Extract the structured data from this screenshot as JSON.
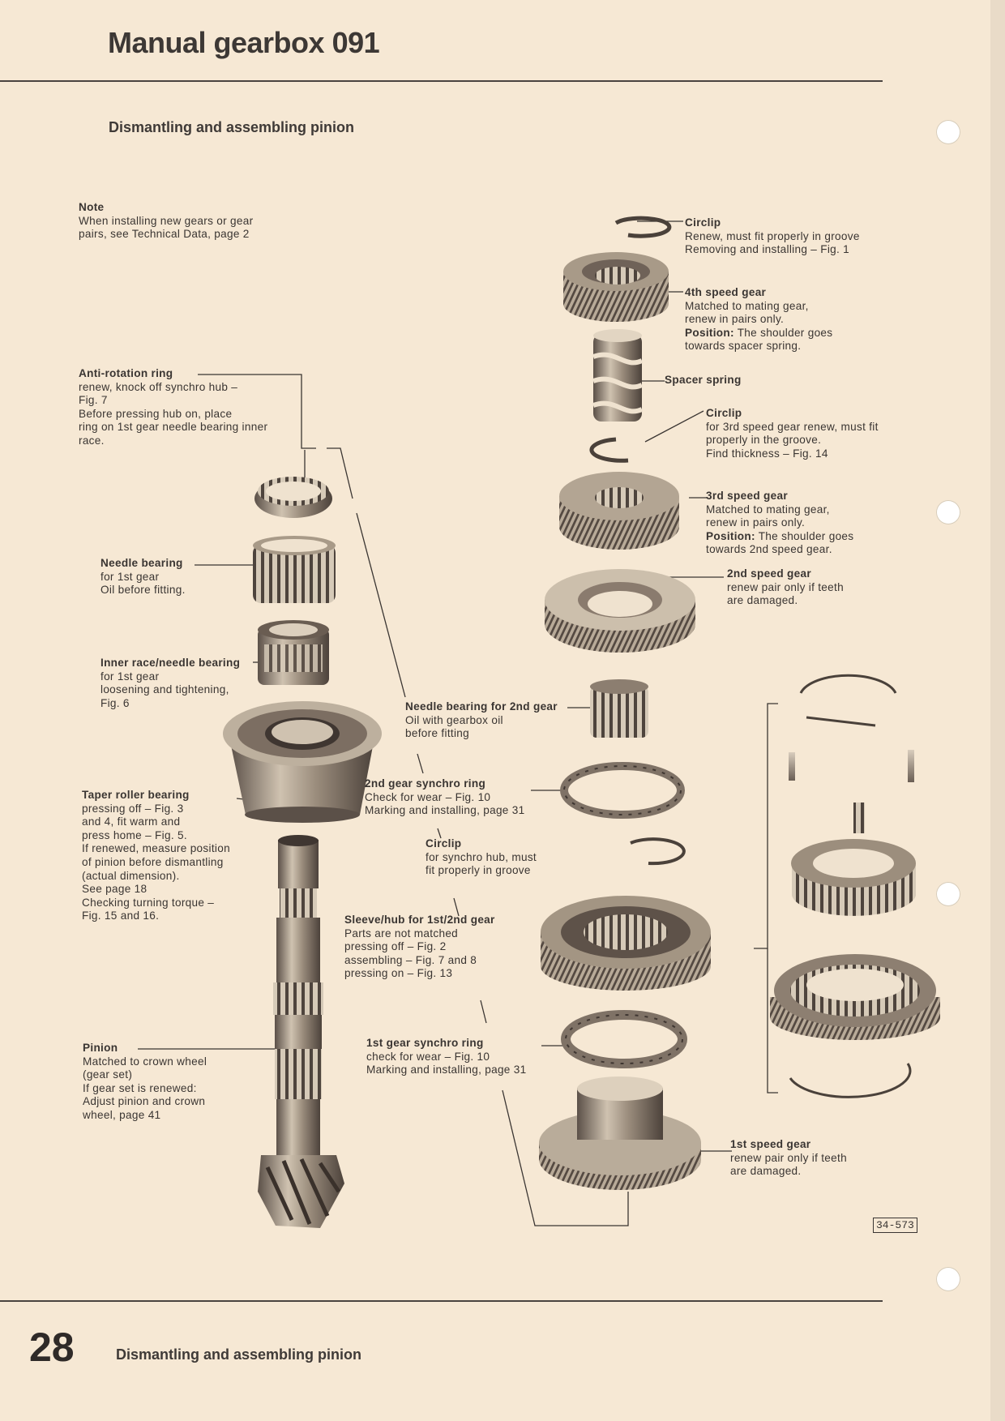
{
  "header": {
    "title": "Manual gearbox 091",
    "subtitle": "Dismantling and assembling pinion"
  },
  "footer": {
    "page_number": "28",
    "text": "Dismantling and assembling pinion"
  },
  "figure_ref": "34-573",
  "labels": {
    "note": {
      "title": "Note",
      "lines": [
        "When installing new gears or gear",
        "pairs, see Technical Data, page 2"
      ]
    },
    "anti_rotation": {
      "title": "Anti-rotation ring",
      "lines": [
        "renew, knock off synchro hub –",
        "Fig. 7",
        "Before pressing hub on, place",
        "ring on 1st gear needle bearing inner",
        "race."
      ]
    },
    "needle_1st": {
      "title": "Needle bearing",
      "lines": [
        "for 1st gear",
        "Oil before fitting."
      ]
    },
    "inner_race": {
      "title": "Inner race/needle bearing",
      "lines": [
        "for 1st gear",
        "loosening and tightening,",
        "Fig. 6"
      ]
    },
    "taper": {
      "title": "Taper roller bearing",
      "lines": [
        "pressing off – Fig. 3",
        "and 4, fit warm and",
        "press home – Fig. 5.",
        "If renewed, measure position",
        "of pinion before dismantling",
        "(actual dimension).",
        "See page 18",
        "Checking turning torque –",
        "Fig. 15 and 16."
      ]
    },
    "pinion": {
      "title": "Pinion",
      "lines": [
        "Matched to crown wheel",
        "(gear set)",
        "If gear set is renewed:",
        "Adjust pinion and crown",
        "wheel, page 41"
      ]
    },
    "circlip_top": {
      "title": "Circlip",
      "lines": [
        "Renew, must fit properly in groove",
        "Removing and installing – Fig. 1"
      ]
    },
    "gear4": {
      "title": "4th speed gear",
      "lines": [
        "Matched to mating gear,",
        "renew in pairs only."
      ],
      "pos_label": "Position:",
      "pos_text": " The shoulder goes",
      "last": "towards spacer spring."
    },
    "spacer": {
      "title": "Spacer spring"
    },
    "circlip_3rd": {
      "title": "Circlip",
      "lines": [
        "for 3rd speed gear renew, must fit",
        "properly in the groove.",
        "Find thickness – Fig. 14"
      ]
    },
    "gear3": {
      "title": "3rd speed gear",
      "lines": [
        "Matched to mating gear,",
        "renew in pairs only."
      ],
      "pos_label": "Position:",
      "pos_text": " The shoulder goes",
      "last": "towards 2nd speed gear."
    },
    "gear2": {
      "title": "2nd speed gear",
      "lines": [
        "renew pair only if teeth",
        "are damaged."
      ]
    },
    "needle_2nd": {
      "title": "Needle bearing for 2nd gear",
      "lines": [
        "Oil with gearbox oil",
        "before fitting"
      ]
    },
    "synchro_2nd": {
      "title": "2nd gear synchro ring",
      "lines": [
        "Check for wear – Fig. 10",
        "Marking and installing, page 31"
      ]
    },
    "circlip_hub": {
      "title": "Circlip",
      "lines": [
        "for synchro hub, must",
        "fit properly in groove"
      ]
    },
    "sleeve_hub": {
      "title": "Sleeve/hub for 1st/2nd gear",
      "lines": [
        "Parts are not matched",
        "pressing off – Fig. 2",
        "assembling – Fig. 7 and 8",
        "pressing on – Fig. 13"
      ]
    },
    "synchro_1st": {
      "title": "1st gear synchro ring",
      "lines": [
        "check for wear – Fig. 10",
        "Marking and installing, page 31"
      ]
    },
    "gear1": {
      "title": "1st speed gear",
      "lines": [
        "renew pair only if teeth",
        "are damaged."
      ]
    }
  }
}
